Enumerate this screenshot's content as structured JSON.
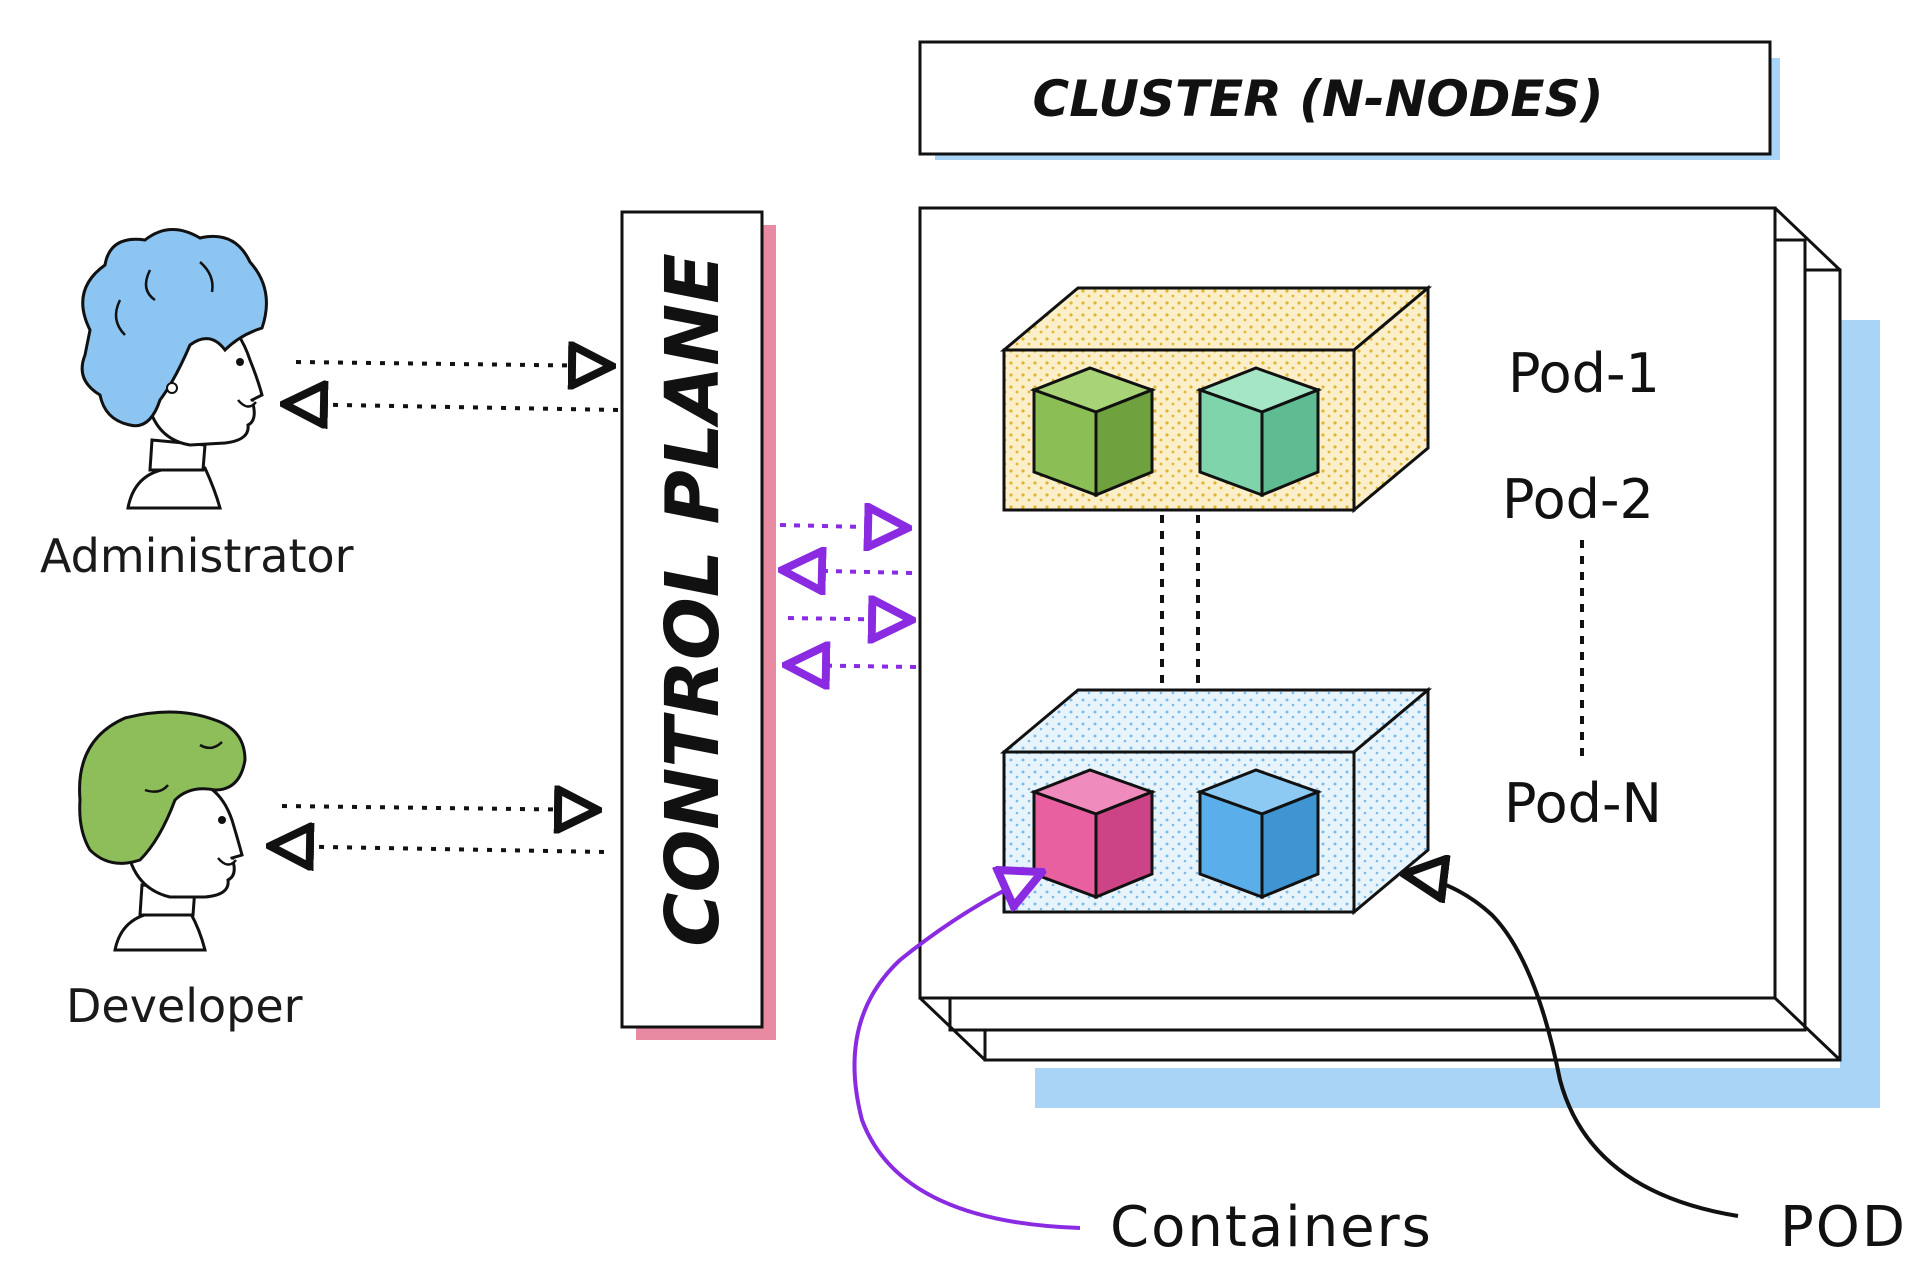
{
  "cluster": {
    "title": "CLUSTER (N-NODES)"
  },
  "control_plane": {
    "label": "CONTROL PLANE"
  },
  "actors": [
    {
      "label": "Administrator",
      "icon": "administrator-icon",
      "hair_color": "#8cc4f2"
    },
    {
      "label": "Developer",
      "icon": "developer-icon",
      "hair_color": "#8dbe5a"
    }
  ],
  "pods": [
    {
      "label": "Pod-1"
    },
    {
      "label": "Pod-2"
    },
    {
      "label": "Pod-N"
    }
  ],
  "callouts": {
    "containers": "Containers",
    "pod": "POD"
  },
  "colors": {
    "control_plane_shadow": "#e98aa3",
    "cluster_shadow": "#a9d4f5",
    "pod1_fill": "#fbefc9",
    "pod2_fill": "#e3f1fb",
    "container_green": "#8cbe56",
    "container_teal": "#7fd4ac",
    "container_pink": "#e8609f",
    "container_blue": "#5aaeea",
    "arrow_purple": "#8a2be2"
  }
}
